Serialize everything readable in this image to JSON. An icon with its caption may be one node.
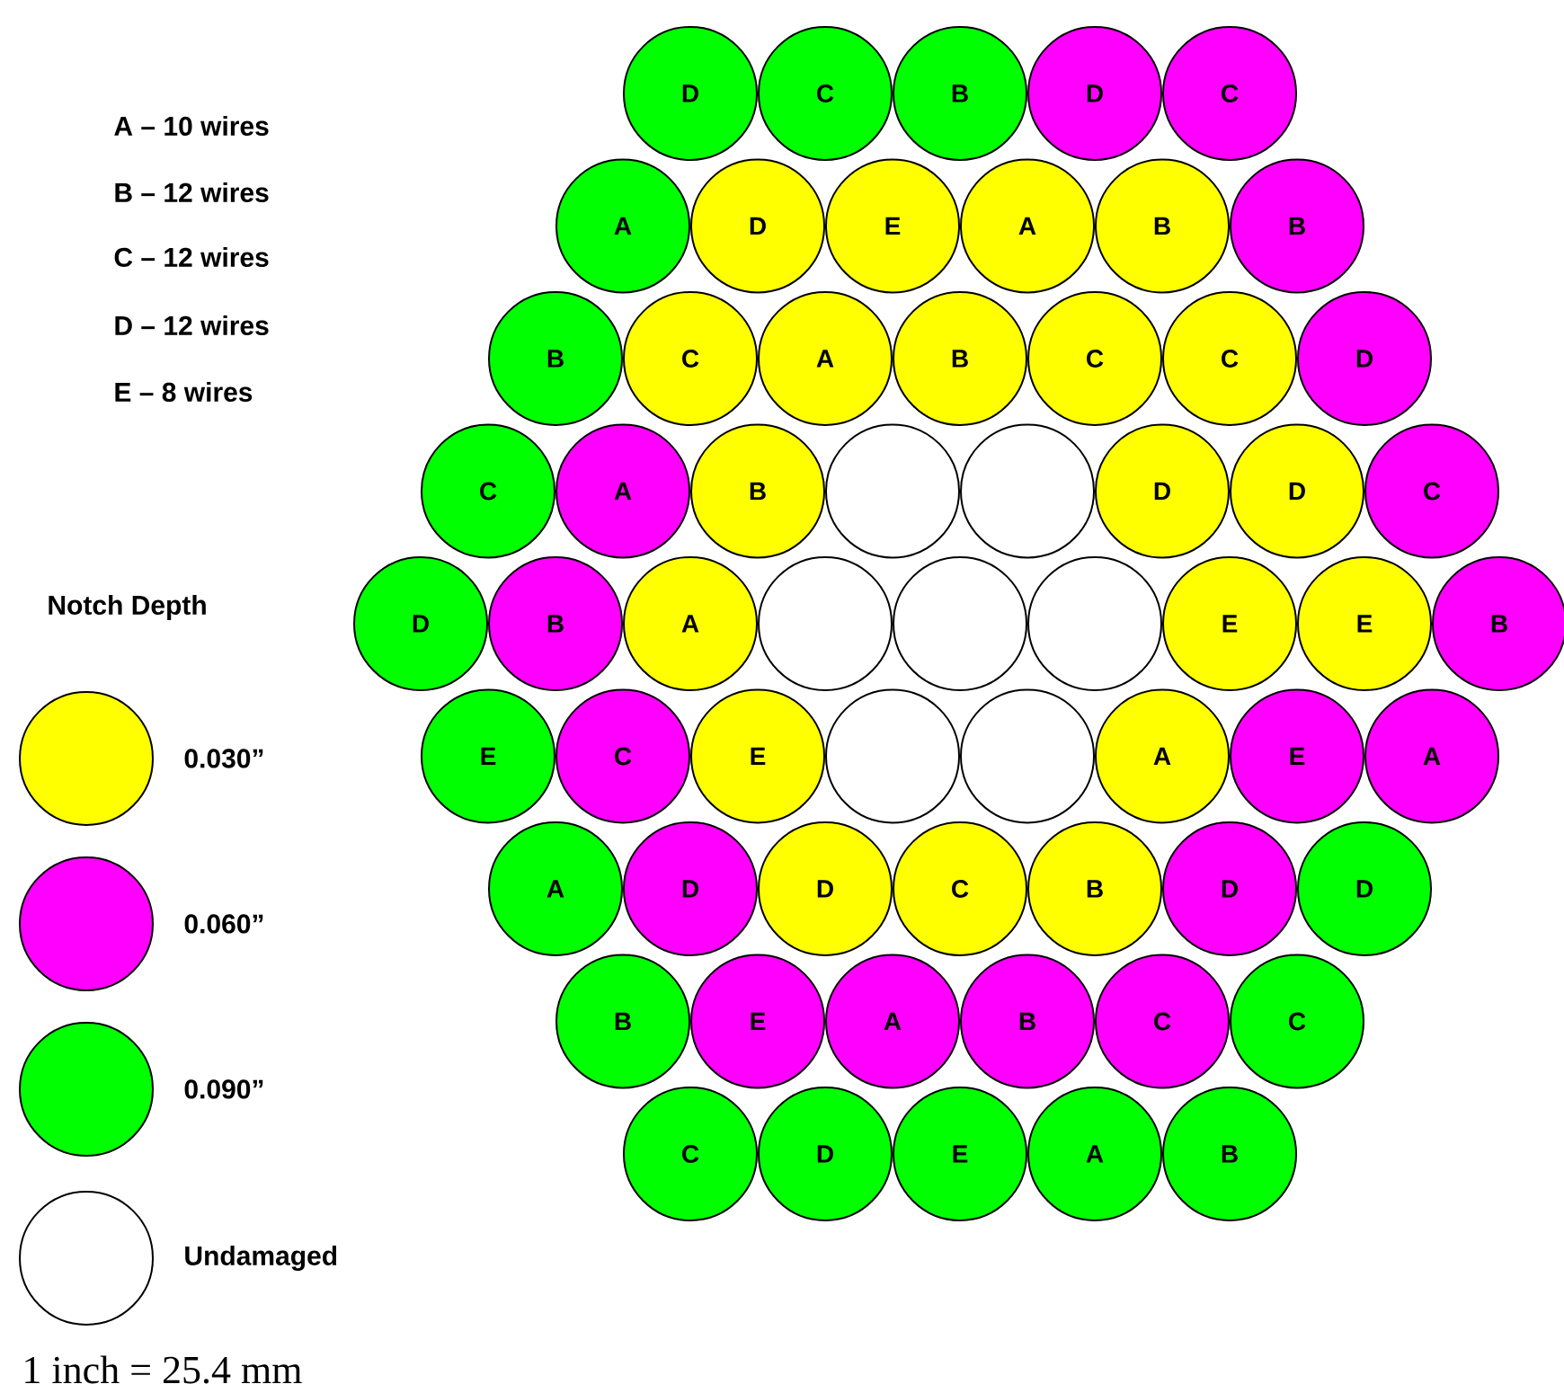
{
  "diagram": {
    "nodes": [
      {
        "text": [
          "D"
        ]
      },
      {
        "text": [
          "C"
        ]
      },
      {
        "text": [
          "B"
        ]
      },
      {
        "text": [
          "D"
        ]
      },
      {
        "text": [
          "C"
        ]
      },
      {
        "text": [
          "A"
        ]
      },
      {
        "text": [
          "D"
        ]
      },
      {
        "text": [
          "E"
        ]
      },
      {
        "text": [
          "A"
        ]
      },
      {
        "text": [
          "B"
        ]
      },
      {
        "text": [
          "B"
        ]
      },
      {
        "text": [
          "B"
        ]
      },
      {
        "text": [
          "C"
        ]
      },
      {
        "text": [
          "A"
        ]
      },
      {
        "text": [
          "B"
        ]
      },
      {
        "text": [
          "C"
        ]
      },
      {
        "text": [
          "C"
        ]
      },
      {
        "text": [
          "D"
        ]
      },
      {
        "text": [
          "C"
        ]
      },
      {
        "text": [
          "A"
        ]
      },
      {
        "text": [
          "B"
        ]
      },
      {
        "text": [],
        "shape": "circle"
      },
      {
        "text": [],
        "shape": "circle"
      },
      {
        "text": [
          "D"
        ]
      },
      {
        "text": [
          "D"
        ]
      },
      {
        "text": [
          "C"
        ]
      },
      {
        "text": [
          "D"
        ]
      },
      {
        "text": [
          "B"
        ]
      },
      {
        "text": [
          "A"
        ]
      },
      {
        "text": [],
        "shape": "circle"
      },
      {
        "text": [],
        "shape": "circle"
      },
      {
        "text": [],
        "shape": "circle"
      },
      {
        "text": [
          "E"
        ]
      },
      {
        "text": [
          "E"
        ]
      },
      {
        "text": [
          "B"
        ]
      },
      {
        "text": [
          "E"
        ]
      },
      {
        "text": [
          "C"
        ]
      },
      {
        "text": [
          "E"
        ]
      },
      {
        "text": [],
        "shape": "circle"
      },
      {
        "text": [],
        "shape": "circle"
      },
      {
        "text": [
          "A"
        ]
      },
      {
        "text": [
          "E"
        ]
      },
      {
        "text": [
          "A"
        ]
      },
      {
        "text": [
          "A"
        ]
      },
      {
        "text": [
          "D"
        ]
      },
      {
        "text": [
          "D"
        ]
      },
      {
        "text": [
          "C"
        ]
      },
      {
        "text": [
          "B"
        ]
      },
      {
        "text": [
          "D"
        ]
      },
      {
        "text": [
          "D"
        ]
      },
      {
        "text": [
          "B"
        ]
      },
      {
        "text": [
          "E"
        ]
      },
      {
        "text": [
          "A"
        ]
      },
      {
        "text": [
          "B"
        ]
      },
      {
        "text": [
          "C"
        ]
      },
      {
        "text": [
          "C"
        ]
      },
      {
        "text": [
          "C"
        ]
      },
      {
        "text": [
          "D"
        ]
      },
      {
        "text": [
          "E"
        ]
      },
      {
        "text": [
          "A"
        ]
      },
      {
        "text": [
          "B"
        ]
      }
    ],
    "labels": [
      "A – 10 wires",
      "B – 12 wires",
      "C – 12 wires",
      "D – 12 wires",
      "E –   8 wires",
      "Notch Depth",
      "1 inch = 25.4 mm"
    ],
    "legend": [
      {
        "text": "0.030”",
        "color": "#ffff00"
      },
      {
        "text": "0.060”",
        "color": "#ff00ff"
      },
      {
        "text": "0.090”",
        "color": "#00ff00"
      },
      {
        "text": "Undamaged"
      }
    ]
  }
}
